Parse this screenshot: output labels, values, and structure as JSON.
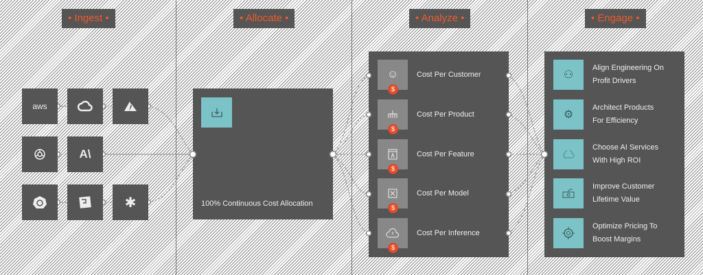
{
  "stages": [
    "Ingest",
    "Allocate",
    "Analyze",
    "Engage"
  ],
  "ingest": {
    "sources": [
      {
        "icon": "aws-icon",
        "label": "aws"
      },
      {
        "icon": "google-cloud-icon"
      },
      {
        "icon": "azure-icon"
      },
      {
        "icon": "openai-icon"
      },
      {
        "icon": "anthropic-icon",
        "label": "A\\"
      },
      {
        "icon": "kubernetes-icon"
      },
      {
        "icon": "datadog-icon"
      },
      {
        "icon": "snowflake-icon"
      }
    ]
  },
  "allocate": {
    "caption": "100% Continuous Cost Allocation"
  },
  "analyze": {
    "items": [
      "Cost Per Customer",
      "Cost Per Product",
      "Cost Per Feature",
      "Cost Per Model",
      "Cost Per Inference"
    ],
    "coin": "$"
  },
  "engage": {
    "items": [
      {
        "line1": "Align Engineering On",
        "line2": "Profit Drivers"
      },
      {
        "line1": "Architect Products",
        "line2": "For Efficiency"
      },
      {
        "line1": "Choose AI Services",
        "line2": "With High ROI"
      },
      {
        "line1": "Improve Customer",
        "line2": "Lifetime Value"
      },
      {
        "line1": "Optimize Pricing To",
        "line2": "Boost Margins"
      }
    ]
  },
  "colors": {
    "accent": "#ee5a2c",
    "teal": "#7bc3c7",
    "panel": "#555555"
  }
}
